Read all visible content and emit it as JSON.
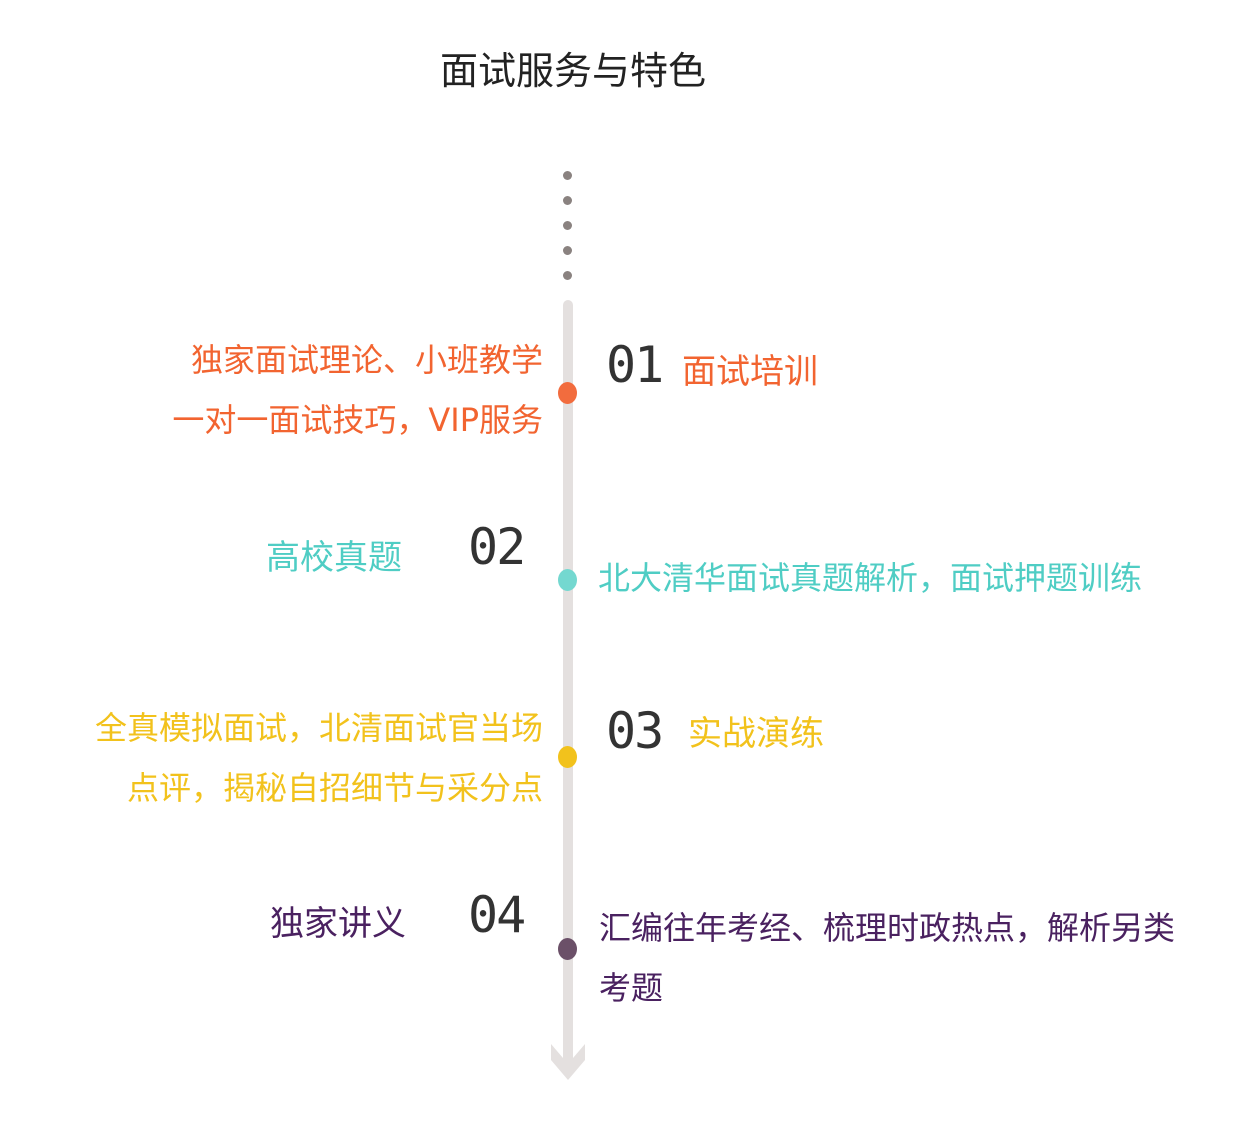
{
  "title": "面试服务与特色",
  "colors": {
    "orange": "#f26430",
    "teal": "#4fcdc4",
    "yellow": "#f2c21c",
    "purple": "#4a2160",
    "line": "#e4e0df",
    "dots": "#8a8280"
  },
  "items": [
    {
      "num": "01",
      "title": "面试培训",
      "desc": [
        "独家面试理论、小班教学",
        "一对一面试技巧，VIP服务"
      ]
    },
    {
      "num": "02",
      "title": "高校真题",
      "desc": [
        "北大清华面试真题解析，面试押题训练"
      ]
    },
    {
      "num": "03",
      "title": "实战演练",
      "desc": [
        "全真模拟面试，北清面试官当场",
        "点评，揭秘自招细节与采分点"
      ]
    },
    {
      "num": "04",
      "title": "独家讲义",
      "desc": [
        "汇编往年考经、梳理时政热点，解析另类",
        "考题"
      ]
    }
  ]
}
